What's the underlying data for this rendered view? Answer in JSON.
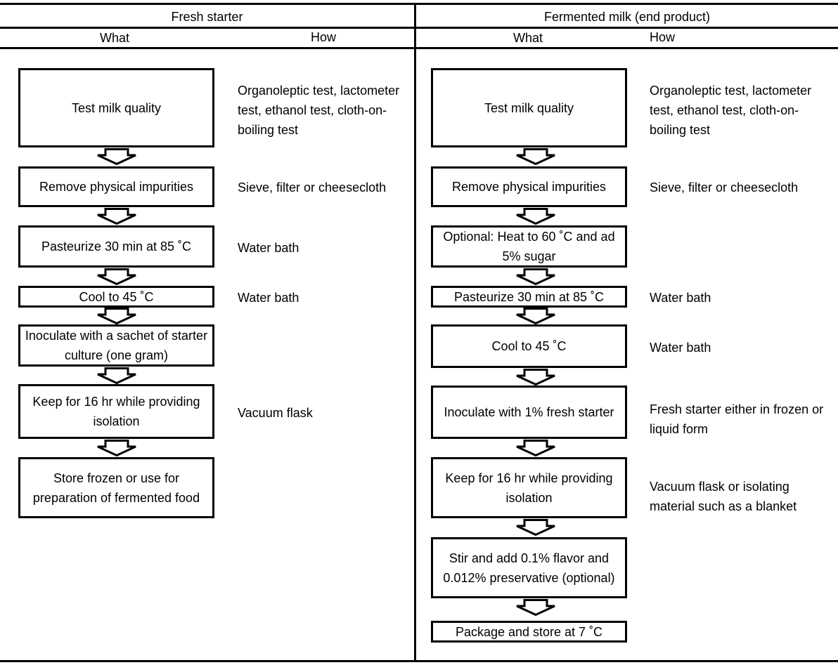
{
  "header": {
    "left_title": "Fresh starter",
    "right_title": "Fermented milk (end product)",
    "what_label": "What",
    "how_label": "How"
  },
  "fresh_starter": {
    "steps": [
      {
        "what": "Test milk quality",
        "how": "Organoleptic test, lactometer test, ethanol test, cloth-on-boiling test"
      },
      {
        "what": "Remove physical impurities",
        "how": "Sieve, filter or cheesecloth"
      },
      {
        "what": "Pasteurize 30 min at 85 ˚C",
        "how": "Water bath"
      },
      {
        "what": "Cool to 45 ˚C",
        "how": "Water bath"
      },
      {
        "what": "Inoculate with a sachet of starter culture (one gram)",
        "how": ""
      },
      {
        "what": "Keep for 16 hr while providing isolation",
        "how": "Vacuum flask"
      },
      {
        "what": "Store frozen or use for preparation of fermented food",
        "how": ""
      }
    ]
  },
  "fermented_milk": {
    "steps": [
      {
        "what": "Test milk quality",
        "how": "Organoleptic test, lactometer test, ethanol test, cloth-on-boiling test"
      },
      {
        "what": "Remove physical impurities",
        "how": "Sieve, filter or cheesecloth"
      },
      {
        "what": "Optional: Heat to 60 ˚C and ad 5% sugar",
        "how": ""
      },
      {
        "what": "Pasteurize 30 min at 85 ˚C",
        "how": "Water bath"
      },
      {
        "what": "Cool to 45 ˚C",
        "how": "Water bath"
      },
      {
        "what": "Inoculate with 1% fresh starter",
        "how": "Fresh starter either in frozen or liquid form"
      },
      {
        "what": "Keep for 16 hr while providing isolation",
        "how": "Vacuum flask or isolating material such as a blanket"
      },
      {
        "what": "Stir and add 0.1% flavor and 0.012% preservative (optional)",
        "how": ""
      },
      {
        "what": "Package and store at 7 ˚C",
        "how": ""
      }
    ]
  }
}
